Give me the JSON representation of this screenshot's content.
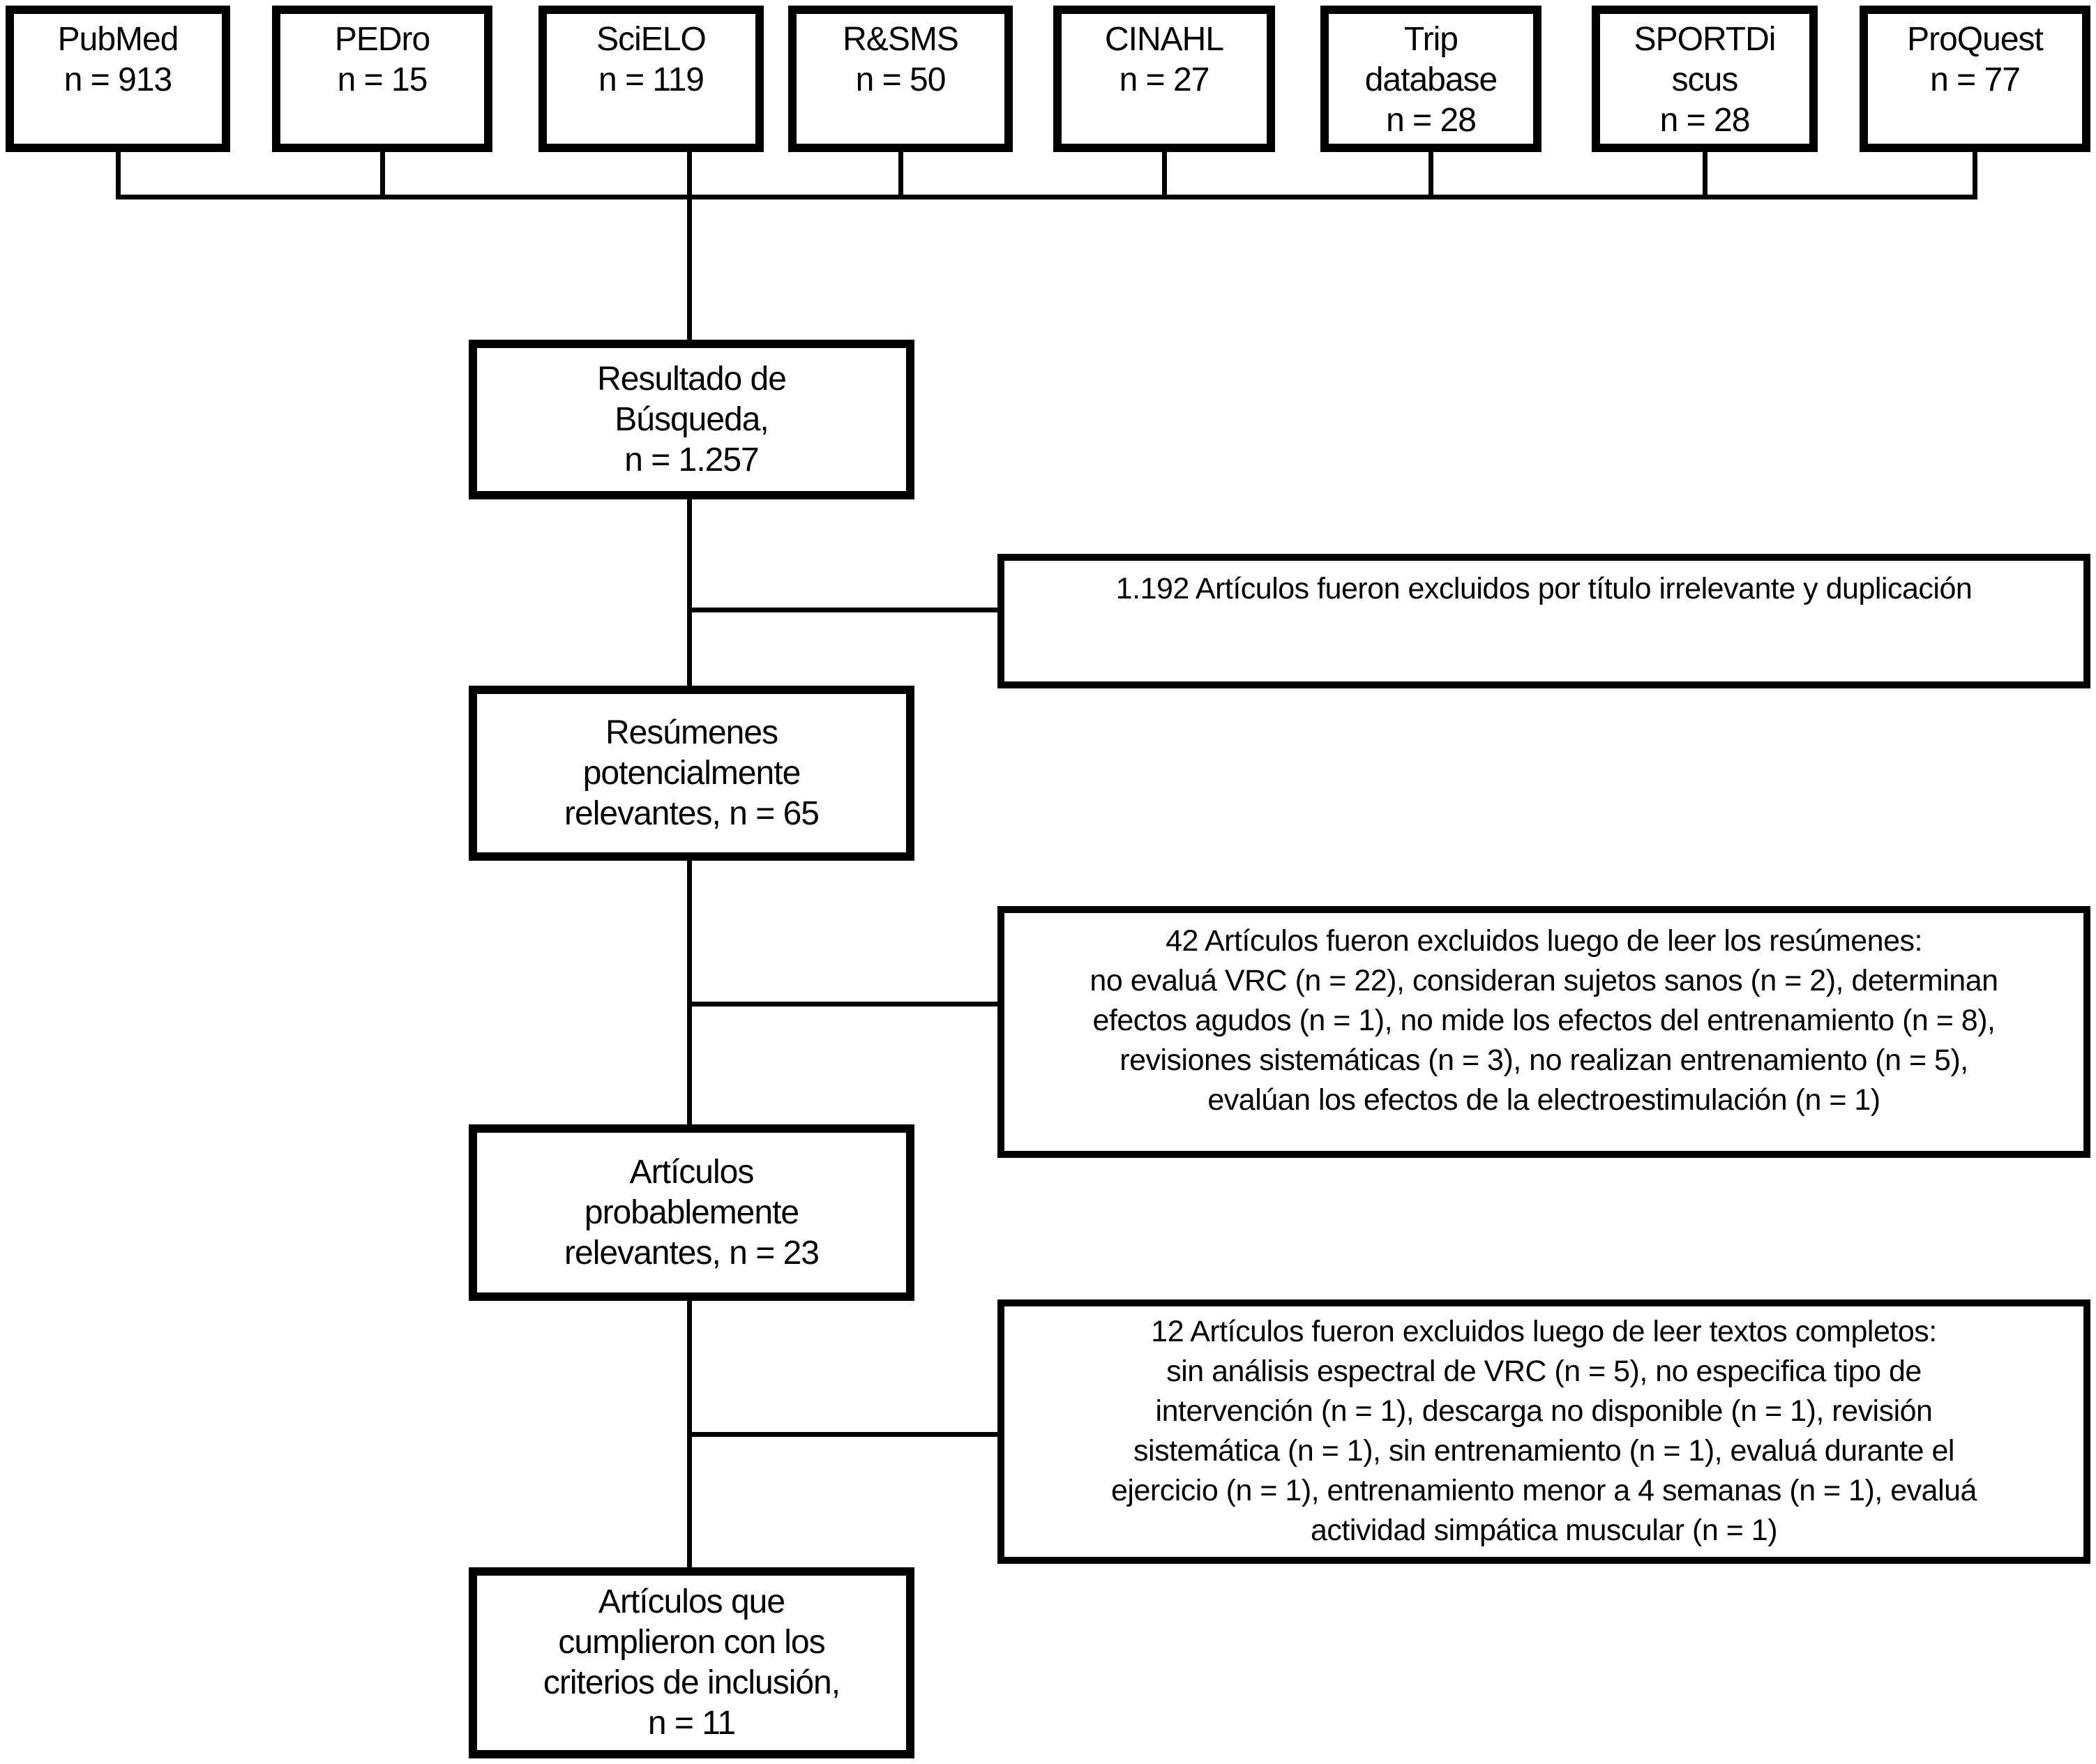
{
  "diagram": {
    "type": "flowchart",
    "language": "es",
    "colors": {
      "background": "#ffffff",
      "line": "#000000",
      "text": "#000000"
    },
    "sources": [
      {
        "label": "PubMed\nn = 913"
      },
      {
        "label": "PEDro\nn = 15"
      },
      {
        "label": "SciELO\nn = 119"
      },
      {
        "label": "R&SMS\nn = 50"
      },
      {
        "label": "CINAHL\nn = 27"
      },
      {
        "label": "Trip\ndatabase\nn = 28"
      },
      {
        "label": "SPORTDi\nscus\nn = 28"
      },
      {
        "label": "ProQuest\nn = 77"
      }
    ],
    "stages": [
      {
        "label": "Resultado de\nBúsqueda,\nn = 1.257"
      },
      {
        "label": "Resúmenes\npotencialmente\nrelevantes, n = 65"
      },
      {
        "label": "Artículos\nprobablemente\nrelevantes, n = 23"
      },
      {
        "label": "Artículos que\ncumplieron con los\ncriterios de inclusión,\nn = 11"
      }
    ],
    "exclusions": [
      {
        "label": "1.192 Artículos fueron excluidos por título irrelevante y duplicación"
      },
      {
        "label": "42 Artículos fueron excluidos luego de leer los resúmenes:\nno evaluá VRC (n = 22), consideran sujetos sanos (n = 2), determinan\nefectos agudos (n = 1), no mide los efectos del entrenamiento (n = 8),\nrevisiones sistemáticas (n = 3), no realizan entrenamiento (n = 5),\nevalúan los efectos de la electroestimulación (n = 1)"
      },
      {
        "label": "12 Artículos fueron excluidos luego de leer textos completos:\nsin análisis espectral de VRC (n = 5), no especifica tipo de\nintervención (n = 1), descarga no disponible (n = 1), revisión\nsistemática (n = 1), sin entrenamiento (n = 1), evaluá durante el\nejercicio (n = 1), entrenamiento menor a 4 semanas (n = 1), evaluá\nactividad simpática muscular (n = 1)"
      }
    ]
  }
}
